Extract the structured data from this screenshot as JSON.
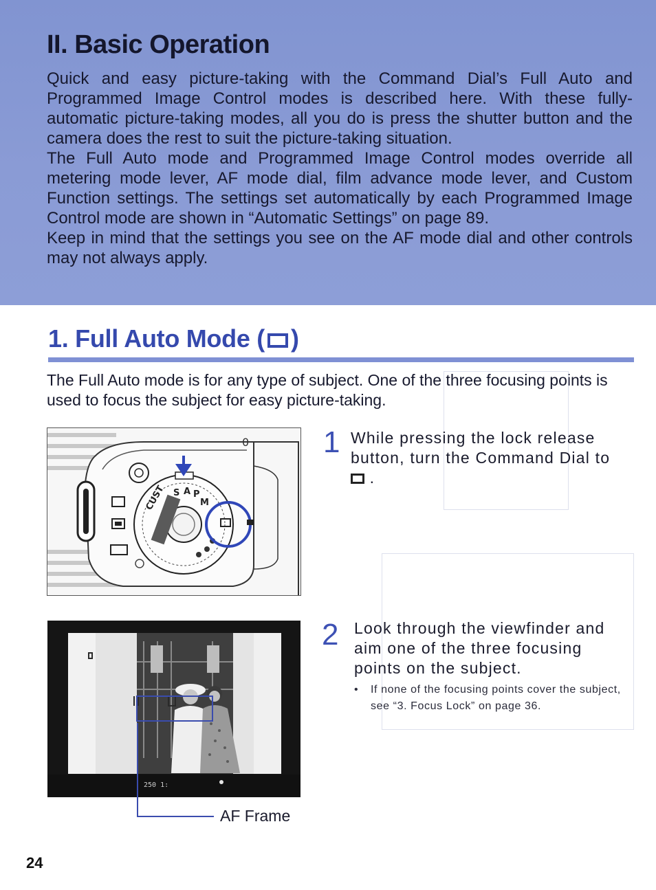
{
  "header": {
    "chapter_title": "II. Basic Operation",
    "intro_paragraphs": [
      "Quick and easy picture-taking with the Command Dial’s Full Auto and Programmed Image Control modes is described here. With these fully-automatic picture-taking modes, all you do is press the shutter button and the camera does the rest to suit the picture-taking situation.",
      "The Full Auto mode and Programmed Image Control modes override all metering mode lever, AF mode dial, film advance mode lever, and Custom Function settings. The settings set automatically by each Programmed Image Control mode are shown in “Automatic Settings” on page 89.",
      "Keep in mind that the settings you see on the AF mode dial and other controls may not always apply."
    ]
  },
  "section": {
    "title_prefix": "1. Full Auto Mode (",
    "title_suffix": ")",
    "lead": "The Full Auto mode is for any type of subject. One of the three focusing points is used to focus the subject for easy picture-taking."
  },
  "steps": [
    {
      "number": "1",
      "text": "While pressing the lock release button, turn the Command Dial to",
      "text_end": "."
    },
    {
      "number": "2",
      "text": "Look through the viewfinder and aim one of the three focusing points on the subject."
    }
  ],
  "note": {
    "bullet": "•",
    "text": "If none of the focusing points cover the subject, see “3. Focus Lock” on page 36."
  },
  "viewfinder": {
    "readout": "250  1:",
    "af_label": "AF Frame"
  },
  "footer": {
    "page_number": "24"
  },
  "colors": {
    "band": "#8a9bd5",
    "section_title": "#3549ad",
    "rule": "#7f90d4",
    "step_number": "#3d51b4"
  }
}
